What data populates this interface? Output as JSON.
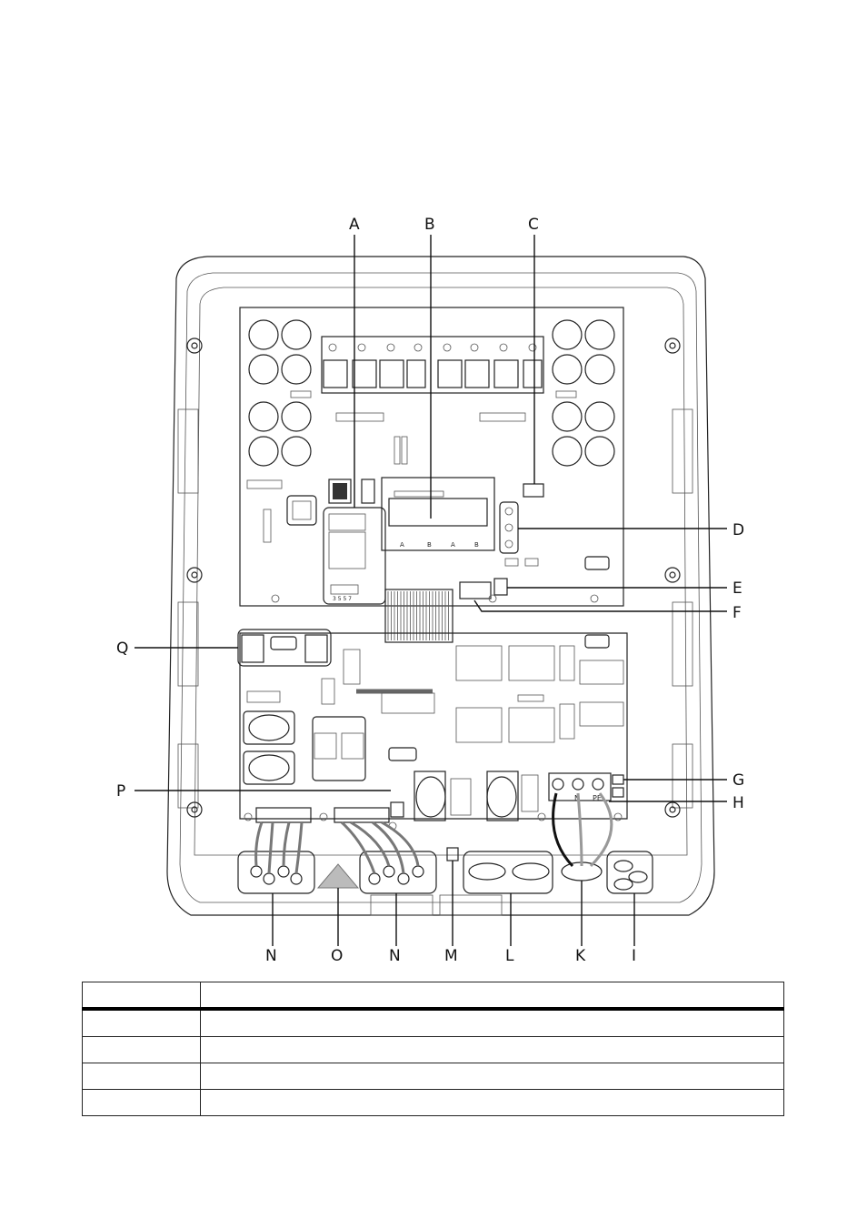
{
  "diagram": {
    "callouts_top": [
      "A",
      "B",
      "C"
    ],
    "callouts_right": [
      "D",
      "E",
      "F",
      "G",
      "H"
    ],
    "callouts_left": [
      "Q",
      "P"
    ],
    "callouts_bottom": [
      "N",
      "O",
      "N",
      "M",
      "L",
      "K",
      "I"
    ],
    "board_marks": {
      "terminal_n": "N",
      "terminal_pe": "PE",
      "display_letters": [
        "A",
        "B",
        "A",
        "B"
      ],
      "slot_numbers": "3 5 5 7"
    }
  },
  "legend": {
    "header": [
      "",
      ""
    ],
    "rows": [
      [
        "",
        ""
      ],
      [
        "",
        ""
      ],
      [
        "",
        ""
      ],
      [
        "",
        ""
      ]
    ]
  }
}
